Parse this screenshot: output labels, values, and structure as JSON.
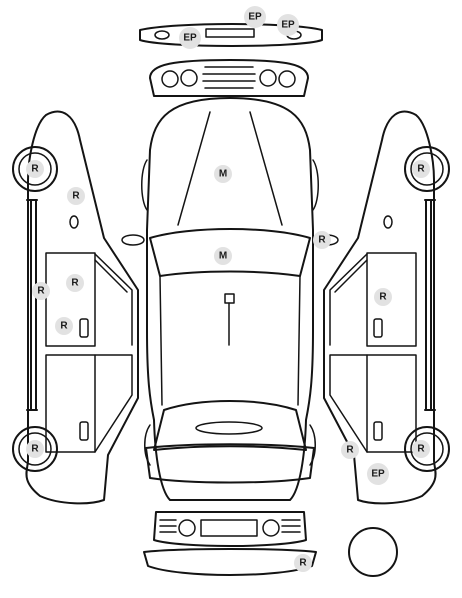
{
  "markers": [
    {
      "id": "front-bumper-left-ep",
      "code": "EP"
    },
    {
      "id": "front-bumper-right-ep",
      "code": "EP"
    },
    {
      "id": "front-bumper-center-ep",
      "code": "EP"
    },
    {
      "id": "left-front-wheel",
      "code": "R"
    },
    {
      "id": "left-front-fender",
      "code": "R"
    },
    {
      "id": "left-rocker",
      "code": "R"
    },
    {
      "id": "left-front-door",
      "code": "R"
    },
    {
      "id": "left-front-door-lower",
      "code": "R"
    },
    {
      "id": "left-rear-wheel",
      "code": "R"
    },
    {
      "id": "hood",
      "code": "M"
    },
    {
      "id": "roof",
      "code": "M"
    },
    {
      "id": "right-mirror",
      "code": "R"
    },
    {
      "id": "right-front-wheel",
      "code": "R"
    },
    {
      "id": "right-front-door",
      "code": "R"
    },
    {
      "id": "right-rear-quarter",
      "code": "R"
    },
    {
      "id": "right-rear-wheel",
      "code": "R"
    },
    {
      "id": "right-rear-quarter-ep",
      "code": "EP"
    },
    {
      "id": "rear-bumper",
      "code": "R"
    }
  ],
  "colors": {
    "outline": "#141414",
    "marker_fill": "#e2e2e2",
    "marker_text": "#1a1a1a"
  }
}
